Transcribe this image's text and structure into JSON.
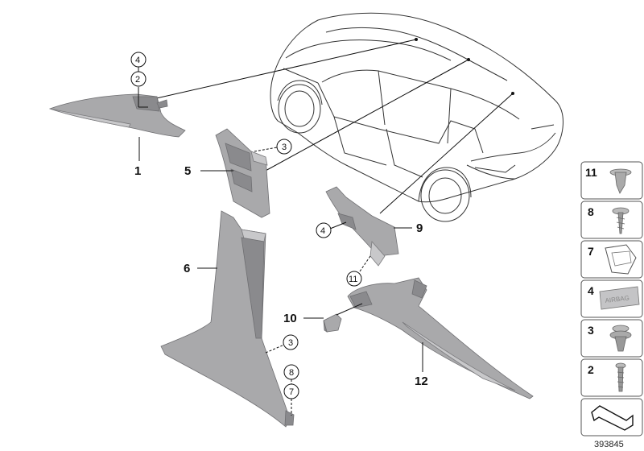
{
  "callouts": {
    "c1": "1",
    "c5": "5",
    "c6": "6",
    "c9": "9",
    "c10": "10",
    "c12": "12",
    "r4a": "4",
    "r2a": "2",
    "r3a": "3",
    "r4b": "4",
    "r11": "11",
    "r3b": "3",
    "r8": "8",
    "r7": "7"
  },
  "sidebar": {
    "items": [
      {
        "label": "11",
        "icon": "push-rivet-icon"
      },
      {
        "label": "8",
        "icon": "screw-icon"
      },
      {
        "label": "7",
        "icon": "clip-icon"
      },
      {
        "label": "4",
        "icon": "airbag-badge-icon",
        "badge": "AIRBAG"
      },
      {
        "label": "3",
        "icon": "expanding-rivet-icon"
      },
      {
        "label": "2",
        "icon": "bolt-icon"
      }
    ]
  },
  "ref_number": "393845"
}
